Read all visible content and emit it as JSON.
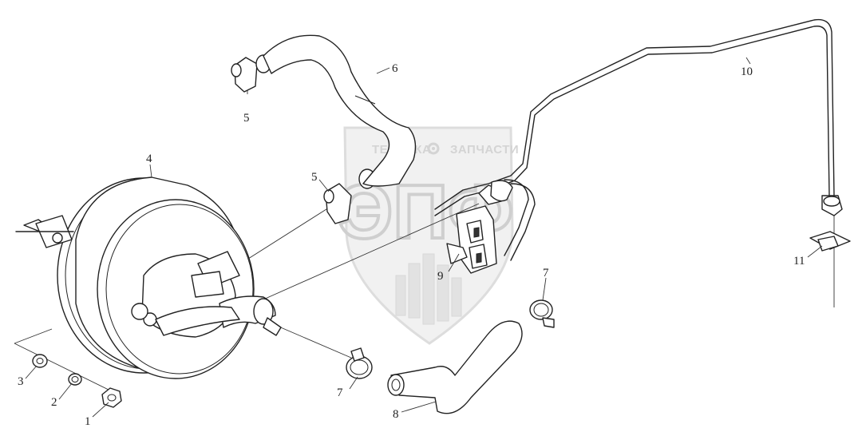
{
  "watermark": {
    "line1_left": "ТЕХНИКА",
    "line1_right": "ЗАПЧАСТИ",
    "logo": "ЭПФ",
    "colors": {
      "shield": "#e6e6e6",
      "text": "#d4d4d4"
    },
    "icon": "gear-icon"
  },
  "callouts": [
    {
      "id": "c1",
      "label": "1"
    },
    {
      "id": "c2",
      "label": "2"
    },
    {
      "id": "c3",
      "label": "3"
    },
    {
      "id": "c4",
      "label": "4"
    },
    {
      "id": "c5a",
      "label": "5"
    },
    {
      "id": "c5b",
      "label": "5"
    },
    {
      "id": "c6",
      "label": "6"
    },
    {
      "id": "c7a",
      "label": "7"
    },
    {
      "id": "c7b",
      "label": "7"
    },
    {
      "id": "c8",
      "label": "8"
    },
    {
      "id": "c9",
      "label": "9"
    },
    {
      "id": "c10",
      "label": "10"
    },
    {
      "id": "c11",
      "label": "11"
    }
  ]
}
